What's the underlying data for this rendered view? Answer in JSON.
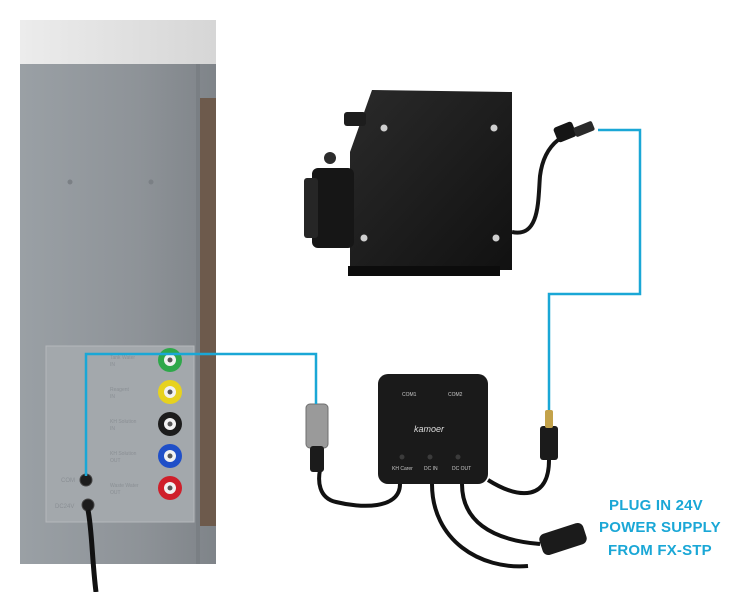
{
  "cabinet": {
    "ports": [
      {
        "line1": "Tank Water",
        "line2": "IN",
        "color": "#2ea84a"
      },
      {
        "line1": "Reagent",
        "line2": "IN",
        "color": "#e7d21e"
      },
      {
        "line1": "KH Solution",
        "line2": "IN",
        "color": "#1c1c1c"
      },
      {
        "line1": "KH Solution",
        "line2": "OUT",
        "color": "#1f4fc8"
      },
      {
        "line1": "Waste Water",
        "line2": "OUT",
        "color": "#cf1f2a"
      }
    ],
    "com_label": "COM",
    "dc_label": "DC24V"
  },
  "controller": {
    "brand": "kamoer",
    "com1_label": "COM1",
    "com2_label": "COM2",
    "port_labels": [
      "KH Carer",
      "DC IN",
      "DC OUT"
    ]
  },
  "callout": {
    "line1": "PLUG IN 24V",
    "line2": "POWER SUPPLY",
    "line3": "FROM FX-STP"
  },
  "colors": {
    "cable_highlight": "#1aa7d6",
    "cabinet_body": "#8f9499",
    "device_body": "#1b1b1b"
  }
}
